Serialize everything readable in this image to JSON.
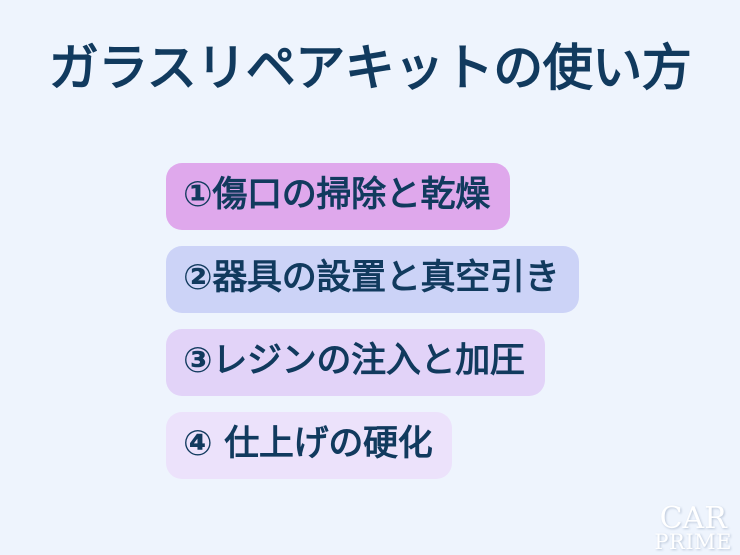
{
  "background_color": "#eef4fd",
  "text_color": "#113a5e",
  "slide": {
    "title": "ガラスリペアキットの使い方",
    "steps": [
      {
        "label": "①傷口の掃除と乾燥",
        "color": "#dfa8ec"
      },
      {
        "label": "②器具の設置と真空引き",
        "color": "#ccd3f7"
      },
      {
        "label": "③レジンの注入と加圧",
        "color": "#e2d3f8"
      },
      {
        "label": "④ 仕上げの硬化",
        "color": "#ece2fb"
      }
    ]
  },
  "watermark": {
    "line1": "CAR",
    "line2": "PRIME",
    "color": "#ffffff"
  }
}
